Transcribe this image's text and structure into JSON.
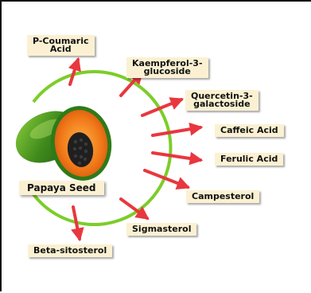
{
  "center": {
    "label": "Papaya Seed"
  },
  "compounds": [
    {
      "line1": "P-Coumaric",
      "line2": "Acid"
    },
    {
      "line1": "Kaempferol-3-",
      "line2": "glucoside"
    },
    {
      "line1": "Quercetin-3-",
      "line2": "galactoside"
    },
    {
      "line1": "Caffeic Acid",
      "line2": ""
    },
    {
      "line1": "Ferulic Acid",
      "line2": ""
    },
    {
      "line1": "Campesterol",
      "line2": ""
    },
    {
      "line1": "Sigmasterol",
      "line2": ""
    },
    {
      "line1": "Beta-sitosterol",
      "line2": ""
    }
  ],
  "colors": {
    "arrow": "#e8373e",
    "ring": "#7ccd2a",
    "label_bg": "#fbf1d2",
    "papaya_skin": "#3f8a1c",
    "papaya_flesh": "#f07818",
    "seeds": "#1f1f1f"
  }
}
